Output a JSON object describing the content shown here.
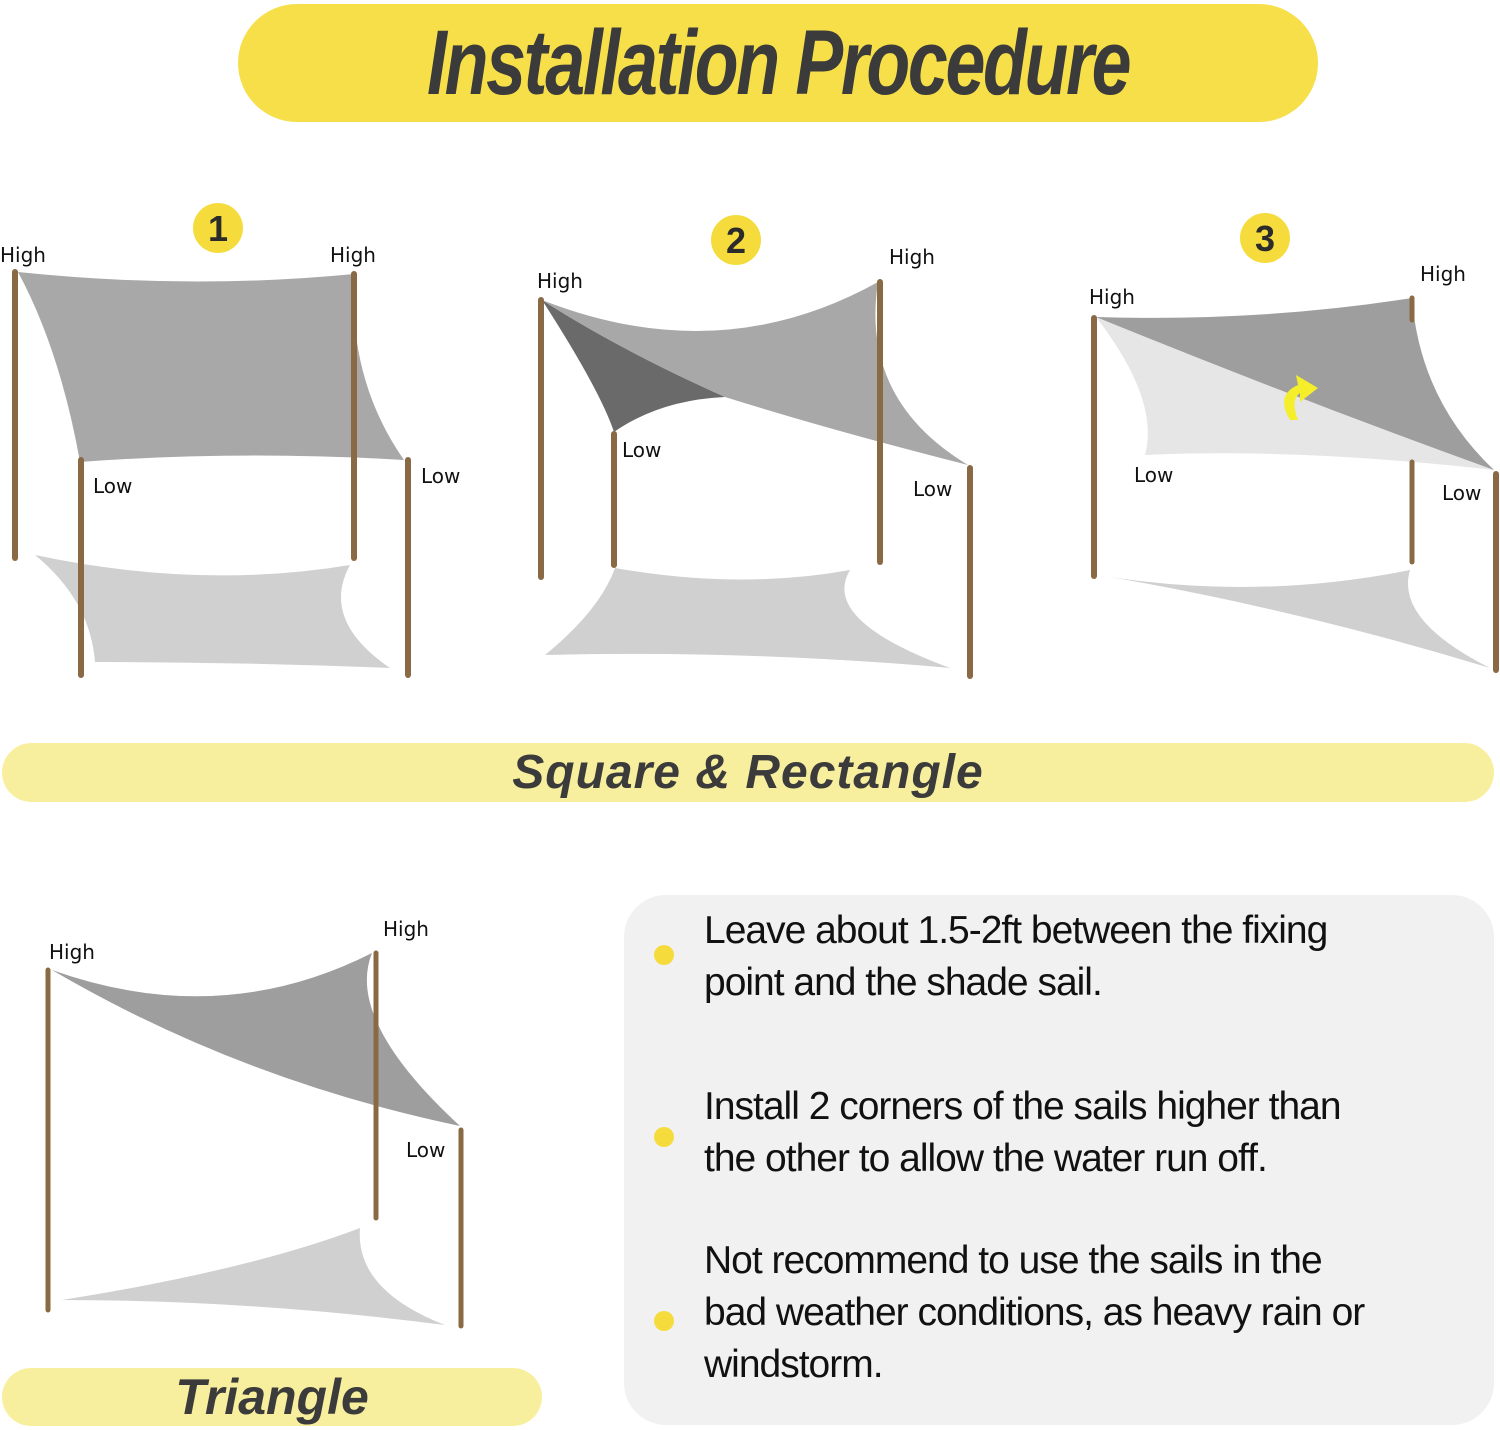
{
  "header": {
    "title": "Installation Procedure"
  },
  "colors": {
    "accent_yellow": "#f7df4a",
    "pill_light_yellow": "#f8ef9e",
    "sail_gray": "#a8a8a8",
    "sail_dark": "#6a6a6a",
    "sail_light": "#e6e6e6",
    "shadow_gray": "#d0d0d0",
    "pole_brown": "#8a6a44",
    "notes_bg": "#f1f1f1"
  },
  "steps": [
    {
      "number": "1",
      "labels": {
        "top_left": "High",
        "top_right": "High",
        "bottom_left": "Low",
        "bottom_right": "Low"
      }
    },
    {
      "number": "2",
      "labels": {
        "top_left": "High",
        "top_right": "High",
        "bottom_left": "Low",
        "bottom_right": "Low"
      }
    },
    {
      "number": "3",
      "labels": {
        "top_left": "High",
        "top_right": "High",
        "bottom_left": "Low",
        "bottom_right": "Low"
      },
      "icon": "curved-arrow-icon"
    }
  ],
  "section_square": {
    "label": "Square & Rectangle"
  },
  "triangle": {
    "labels": {
      "left": "High",
      "top_right": "High",
      "bottom_right": "Low"
    },
    "section_label": "Triangle"
  },
  "notes": [
    {
      "line1": "Leave about 1.5-2ft between the fixing",
      "line2": "point and the shade sail.",
      "line3": ""
    },
    {
      "line1": "Install 2 corners of the sails higher than",
      "line2": "the other to allow the water run off.",
      "line3": ""
    },
    {
      "line1": "Not recommend to use the sails in the",
      "line2": "bad weather conditions, as heavy rain or",
      "line3": "windstorm."
    }
  ]
}
